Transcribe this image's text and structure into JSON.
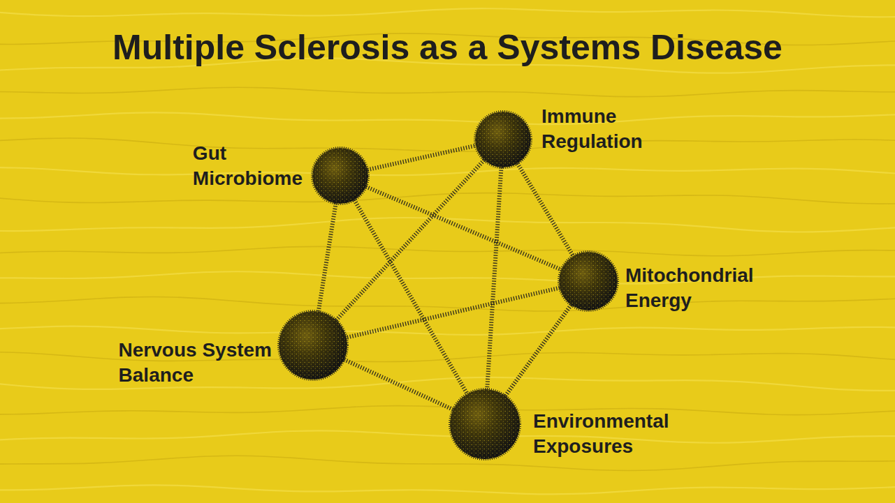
{
  "diagram": {
    "title": "Multiple Sclerosis as a Systems Disease",
    "nodes": [
      {
        "text": [
          "Gut Microbiome"
        ]
      },
      {
        "text": [
          "Immune Regulation"
        ]
      },
      {
        "text": [
          "Mitochondrial Energy"
        ]
      },
      {
        "text": [
          "Nervous System Balance"
        ]
      },
      {
        "text": [
          "Environmental Exposures"
        ]
      }
    ],
    "edges": [
      {
        "from": 0,
        "to": 1,
        "arrow": "none"
      },
      {
        "from": 0,
        "to": 2,
        "arrow": "none"
      },
      {
        "from": 0,
        "to": 3,
        "arrow": "none"
      },
      {
        "from": 0,
        "to": 4,
        "arrow": "none"
      },
      {
        "from": 1,
        "to": 2,
        "arrow": "none"
      },
      {
        "from": 1,
        "to": 3,
        "arrow": "none"
      },
      {
        "from": 1,
        "to": 4,
        "arrow": "none"
      },
      {
        "from": 2,
        "to": 3,
        "arrow": "none"
      },
      {
        "from": 2,
        "to": 4,
        "arrow": "none"
      },
      {
        "from": 3,
        "to": 4,
        "arrow": "none"
      }
    ]
  }
}
